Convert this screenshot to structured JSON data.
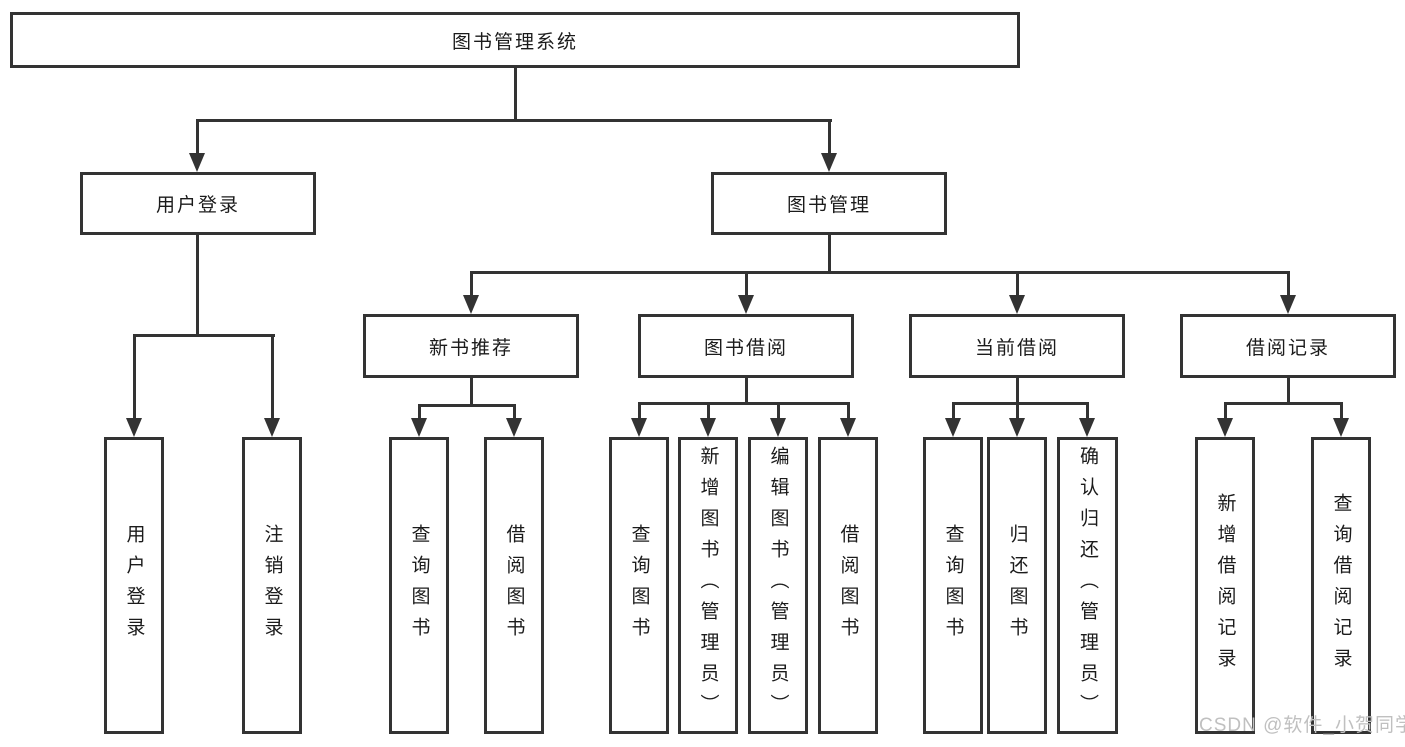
{
  "diagram_type": "hierarchy-tree",
  "watermark": "CSDN @软件_小贺同学",
  "colors": {
    "line": "#333333",
    "box_border": "#333333",
    "box_fill": "#ffffff",
    "text": "#1b1b1b",
    "watermark": "#c0c0c0",
    "background": "#ffffff"
  },
  "tree": {
    "label": "图书管理系统",
    "children": [
      {
        "label": "用户登录",
        "children": [
          {
            "label": "用户登录"
          },
          {
            "label": "注销登录"
          }
        ]
      },
      {
        "label": "图书管理",
        "children": [
          {
            "label": "新书推荐",
            "children": [
              {
                "label": "查询图书"
              },
              {
                "label": "借阅图书"
              }
            ]
          },
          {
            "label": "图书借阅",
            "children": [
              {
                "label": "查询图书"
              },
              {
                "label": "新增图书（管理员）"
              },
              {
                "label": "编辑图书（管理员）"
              },
              {
                "label": "借阅图书"
              }
            ]
          },
          {
            "label": "当前借阅",
            "children": [
              {
                "label": "查询图书"
              },
              {
                "label": "归还图书"
              },
              {
                "label": "确认归还（管理员）"
              }
            ]
          },
          {
            "label": "借阅记录",
            "children": [
              {
                "label": "新增借阅记录"
              },
              {
                "label": "查询借阅记录"
              }
            ]
          }
        ]
      }
    ]
  }
}
